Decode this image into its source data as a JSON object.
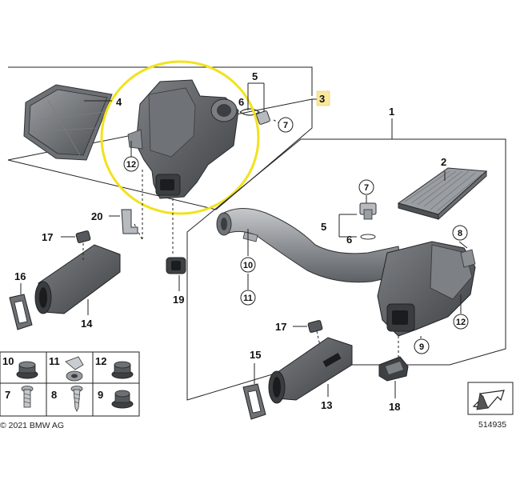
{
  "callouts": {
    "c1": "1",
    "c2": "2",
    "c3": "3",
    "c4": "4",
    "c5a": "5",
    "c5b": "5",
    "c6a": "6",
    "c6b": "6",
    "c7a": "7",
    "c7b": "7",
    "c8": "8",
    "c9": "9",
    "c10": "10",
    "c11": "11",
    "c12a": "12",
    "c12b": "12",
    "c13": "13",
    "c14": "14",
    "c15": "15",
    "c16": "16",
    "c17a": "17",
    "c17b": "17",
    "c18": "18",
    "c19": "19",
    "c20": "20"
  },
  "legend": {
    "cells": [
      "10",
      "11",
      "12",
      "7",
      "8",
      "9"
    ]
  },
  "footer": {
    "copyright": "© 2021 BMW AG",
    "diagram_number": "514935"
  },
  "colors": {
    "highlight_ring": "#f2e21c",
    "highlight_box": "#fbe89a",
    "part_dark": "#5c5f63",
    "part_mid": "#8a8d91",
    "part_light": "#b9bcc0"
  }
}
